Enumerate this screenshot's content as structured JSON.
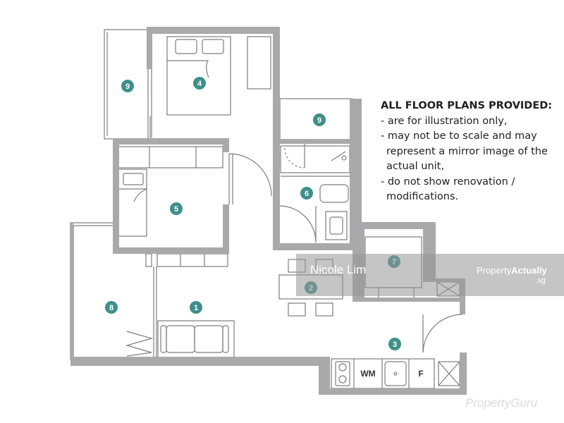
{
  "disclaimer": {
    "title": "ALL FLOOR PLANS PROVIDED:",
    "line1": "- are for illustration only,",
    "line2": "- may not be to scale and may",
    "line3": "represent a mirror image of the",
    "line4": "actual unit,",
    "line5": "- do not show renovation /",
    "line6": "modifications."
  },
  "rooms": {
    "r1": "1",
    "r2": "2",
    "r3": "3",
    "r4": "4",
    "r5": "5",
    "r6": "6",
    "r7": "7",
    "r8": "8",
    "r9a": "9",
    "r9b": "9"
  },
  "appliances": {
    "washer": "WM",
    "fridge": "F"
  },
  "watermark": {
    "agent": "Nicole Lim",
    "brand_a": "Property",
    "brand_b": "Actually",
    "tld": ".sg",
    "corner": "PropertyGuru"
  },
  "colors": {
    "wall": "#a9a9ab",
    "line": "#7d7d7d",
    "marker": "#3f8f8a",
    "text": "#1f1f1f"
  }
}
